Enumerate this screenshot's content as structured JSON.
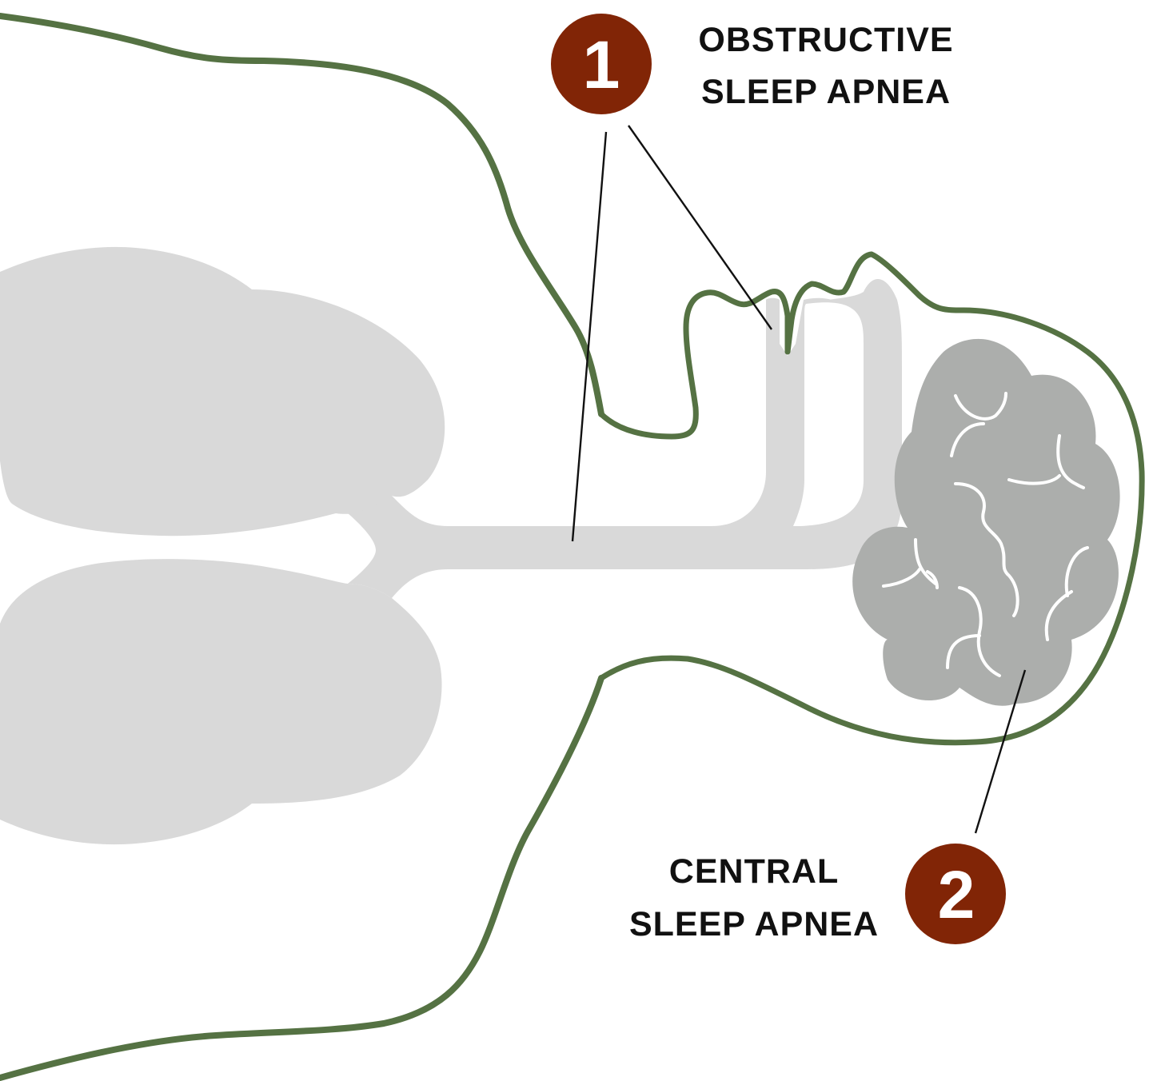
{
  "labels": {
    "obstructive": {
      "number": "1",
      "line1": "OBSTRUCTIVE",
      "line2": "SLEEP APNEA"
    },
    "central": {
      "number": "2",
      "line1": "CENTRAL",
      "line2": "SLEEP APNEA"
    }
  },
  "colors": {
    "outline": "#557243",
    "lungs": "#d9d9d9",
    "airway": "#d9d9d9",
    "brain": "#acaeac",
    "brain_folds": "#ffffff",
    "badge": "#812506",
    "badge_text": "#ffffff",
    "leader_line": "#111111",
    "text": "#111111"
  }
}
